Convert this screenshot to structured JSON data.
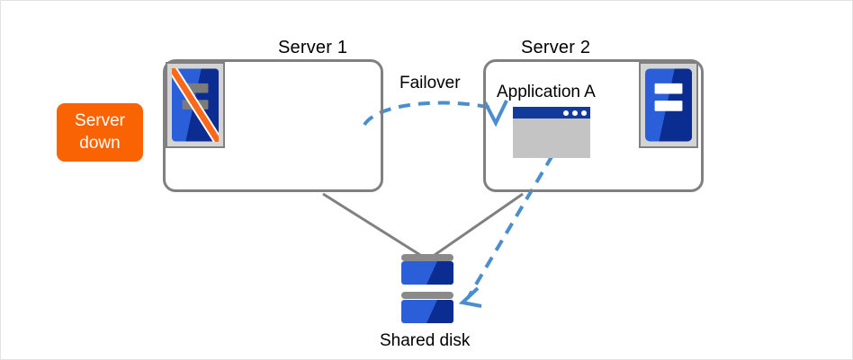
{
  "diagram": {
    "title_server1": "Server 1",
    "title_server2": "Server 2",
    "failover_label": "Failover",
    "application_label": "Application A",
    "shared_disk_label": "Shared disk",
    "status_badge": {
      "line1": "Server",
      "line2": "down"
    },
    "colors": {
      "badge_orange": "#f96302",
      "box_border_gray": "#808080",
      "arrow_blue": "#4a8ecd",
      "server_blue_light": "#2b5fd9",
      "server_blue_dark": "#0b2c91",
      "window_titlebar": "#123a9c",
      "window_body": "#c4c4c4",
      "rack_panel_gray": "#d4d4d4",
      "strike_orange": "#f9691a",
      "text_black": "#000000"
    },
    "icons": {
      "server_rack_down": "server-rack-down-icon",
      "server_rack_ok": "server-rack-icon",
      "application_window": "application-window-icon",
      "disk_stack": "disk-stack-icon"
    },
    "connectors": {
      "failover_arrow": "dashed-curved-arrow-server1-to-server2",
      "app_to_disk_arrow": "dashed-arrow-application-to-shared-disk",
      "server1_to_disk": "solid-line-server1-to-shared-disk",
      "server2_to_disk": "solid-line-server2-to-shared-disk"
    }
  }
}
